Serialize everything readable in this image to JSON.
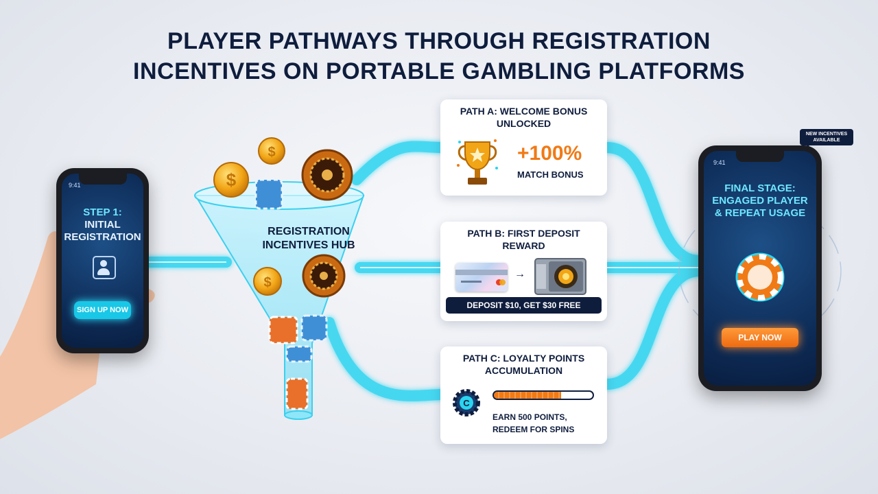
{
  "title": {
    "line1": "PLAYER PATHWAYS THROUGH REGISTRATION",
    "line2": "INCENTIVES ON PORTABLE GAMBLING PLATFORMS"
  },
  "phone_left": {
    "time": "9:41",
    "step_line1": "STEP 1:",
    "step_line2": "INITIAL",
    "step_line3": "REGISTRATION",
    "button": "SIGN UP NOW"
  },
  "hub": {
    "line1": "REGISTRATION",
    "line2": "INCENTIVES HUB"
  },
  "path_a": {
    "title_line1": "PATH A: WELCOME BONUS",
    "title_line2": "UNLOCKED",
    "amount": "+100%",
    "label": "MATCH BONUS"
  },
  "path_b": {
    "title_line1": "PATH B: FIRST DEPOSIT",
    "title_line2": "REWARD",
    "arrow": "→",
    "offer": "DEPOSIT $10, GET $30 FREE"
  },
  "path_c": {
    "title_line1": "PATH C: LOYALTY POINTS",
    "title_line2": "ACCUMULATION",
    "progress": 0.68,
    "line1": "EARN 500 POINTS,",
    "line2": "REDEEM FOR SPINS"
  },
  "phone_right": {
    "time": "9:41",
    "notification_line1": "NEW INCENTIVES",
    "notification_line2": "AVAILABLE",
    "title_line1": "FINAL STAGE:",
    "title_line2": "ENGAGED PLAYER",
    "title_line3": "& REPEAT USAGE",
    "button": "PLAY NOW"
  },
  "colors": {
    "navy": "#0f1d3d",
    "cyan": "#2ad4f0",
    "orange": "#f07a16",
    "gold": "#f2a516"
  }
}
